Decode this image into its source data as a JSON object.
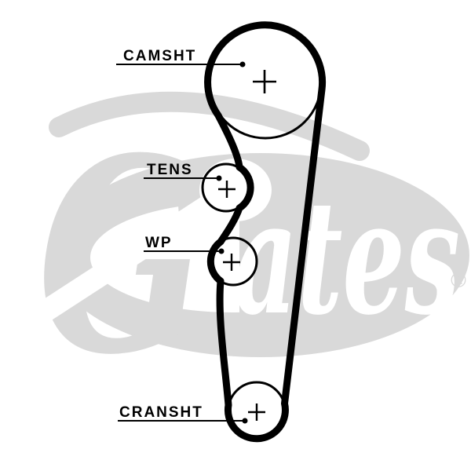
{
  "diagram": {
    "title": "timing-belt-routing-diagram",
    "pulleys": [
      {
        "id": "camshaft",
        "label": "CAMSHT"
      },
      {
        "id": "tensioner",
        "label": "TENS"
      },
      {
        "id": "water-pump",
        "label": "WP"
      },
      {
        "id": "crankshaft",
        "label": "CRANSHT"
      }
    ]
  },
  "watermark": {
    "brand_initial": "G",
    "brand_rest": "ates",
    "registered": "®"
  },
  "colors": {
    "line": "#000000",
    "watermark": "#d9d9d9",
    "background": "#ffffff"
  }
}
